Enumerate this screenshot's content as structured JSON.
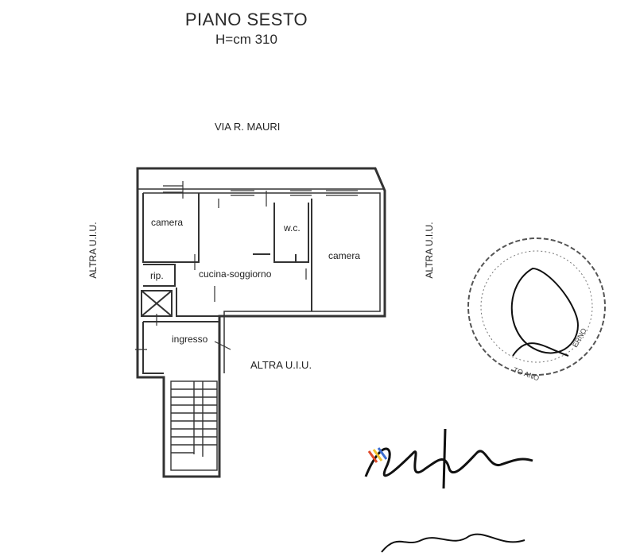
{
  "header": {
    "title": "PIANO SESTO",
    "height_note": "H=cm 310"
  },
  "street": "VIA R. MAURI",
  "neighbors": {
    "west": "ALTRA U.I.U.",
    "east": "ALTRA U.I.U.",
    "south": "ALTRA U.I.U."
  },
  "rooms": {
    "camera_left": "camera",
    "wc": "w.c.",
    "camera_right": "camera",
    "ripostiglio": "rip.",
    "kitchen_living": "cucina-soggiorno",
    "entrance": "ingresso"
  },
  "stamp": {
    "text_fragments": [
      "ERNO",
      "TO ANO"
    ],
    "color": "#3c3c3c"
  },
  "signature": {
    "accent_colors": [
      "#e04a2a",
      "#f2c230",
      "#3d6fd1"
    ]
  }
}
